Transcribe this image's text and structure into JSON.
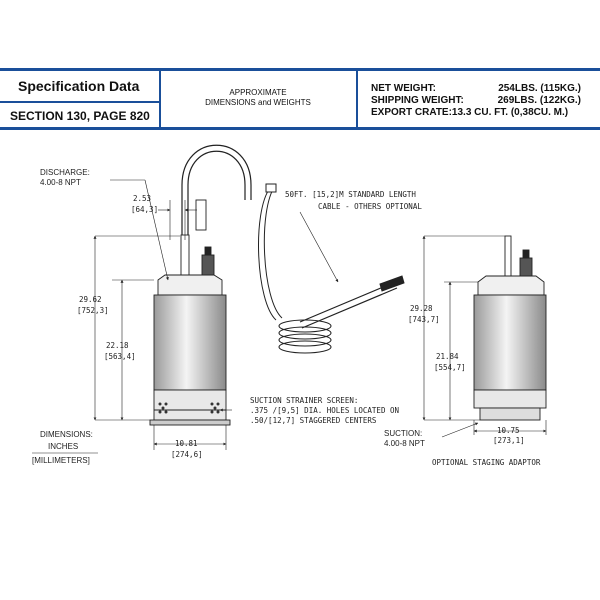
{
  "header": {
    "title": "Specification Data",
    "section": "SECTION 130, PAGE 820",
    "approx_line1": "APPROXIMATE",
    "approx_line2": "DIMENSIONS and WEIGHTS",
    "net_weight_label": "NET WEIGHT:",
    "net_weight_value": "254LBS. (115KG.)",
    "shipping_weight_label": "SHIPPING WEIGHT:",
    "shipping_weight_value": "269LBS. (122KG.)",
    "export_crate": "EXPORT CRATE:13.3 CU. FT. (0,38CU. M.)"
  },
  "diagram": {
    "discharge_label": "DISCHARGE:",
    "discharge_size": "4.00-8 NPT",
    "offset_in": "2.53",
    "offset_mm": "[64,3]",
    "cable_line1": "50FT. [15,2]M STANDARD LENGTH",
    "cable_line2": "CABLE - OTHERS OPTIONAL",
    "height_total_in": "29.62",
    "height_total_mm": "[752,3]",
    "height_body_in": "22.18",
    "height_body_mm": "[563,4]",
    "width_in": "10.81",
    "width_mm": "[274,6]",
    "strainer_line1": "SUCTION STRAINER SCREEN:",
    "strainer_line2": ".375 /[9,5] DIA. HOLES LOCATED ON",
    "strainer_line3": ".50/[12,7] STAGGERED CENTERS",
    "dimensions_label": "DIMENSIONS:",
    "inches_label": "INCHES",
    "mm_label": "[MILLIMETERS]",
    "alt_height_total_in": "29.28",
    "alt_height_total_mm": "[743,7]",
    "alt_height_body_in": "21.84",
    "alt_height_body_mm": "[554,7]",
    "alt_width_in": "10.75",
    "alt_width_mm": "[273,1]",
    "suction_label": "SUCTION:",
    "suction_size": "4.00-8 NPT",
    "adaptor_label": "OPTIONAL STAGING ADAPTOR"
  }
}
